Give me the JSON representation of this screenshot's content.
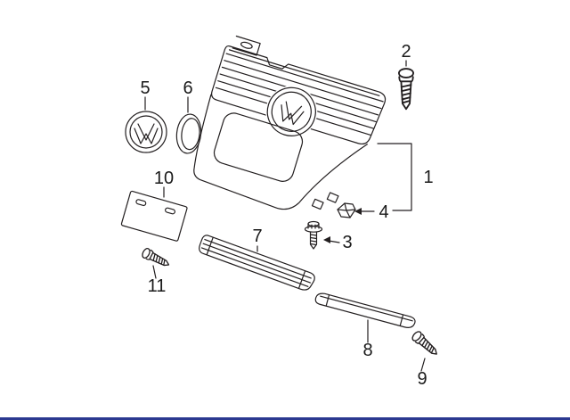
{
  "diagram": {
    "colors": {
      "background": "#ffffff",
      "line": "#231f20",
      "footer_bar": "#2b3990"
    },
    "callouts": [
      {
        "label": "1"
      },
      {
        "label": "2"
      },
      {
        "label": "3"
      },
      {
        "label": "4"
      },
      {
        "label": "5"
      },
      {
        "label": "6"
      },
      {
        "label": "7"
      },
      {
        "label": "8"
      },
      {
        "label": "9"
      },
      {
        "label": "10"
      },
      {
        "label": "11"
      }
    ]
  }
}
